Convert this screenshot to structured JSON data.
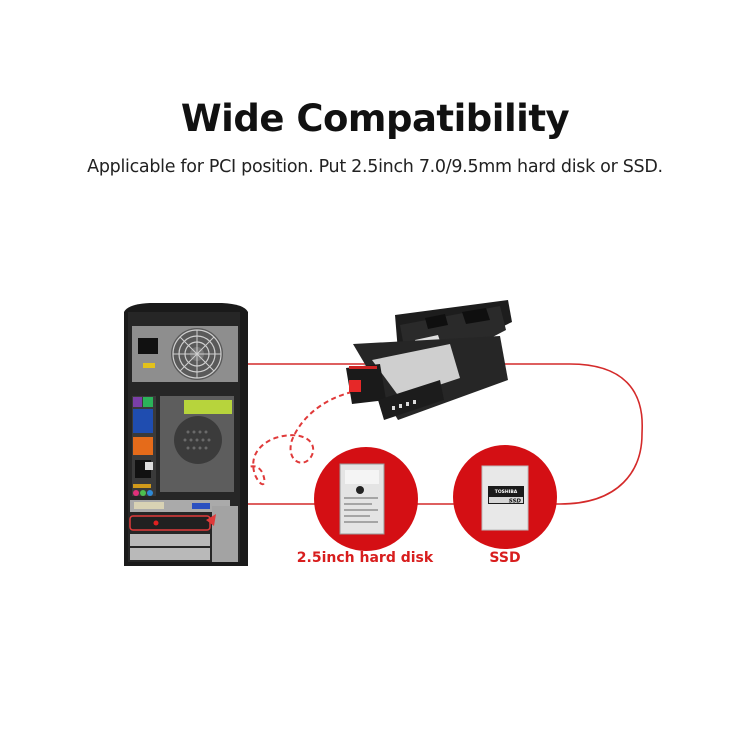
{
  "header": {
    "title": "Wide Compatibility",
    "subtitle": "Applicable for PCI position. Put 2.5inch 7.0/9.5mm hard disk or SSD."
  },
  "diagram": {
    "items": [
      {
        "id": "pc-tower",
        "label": ""
      },
      {
        "id": "mobile-rack",
        "label": ""
      },
      {
        "id": "hdd",
        "label": "2.5inch hard disk"
      },
      {
        "id": "ssd",
        "label": "SSD"
      }
    ],
    "ssd_brand": "TOSHIBA",
    "ssd_mark": "SSD",
    "accent_color": "#d40f14",
    "label_color": "#d81e1e"
  }
}
